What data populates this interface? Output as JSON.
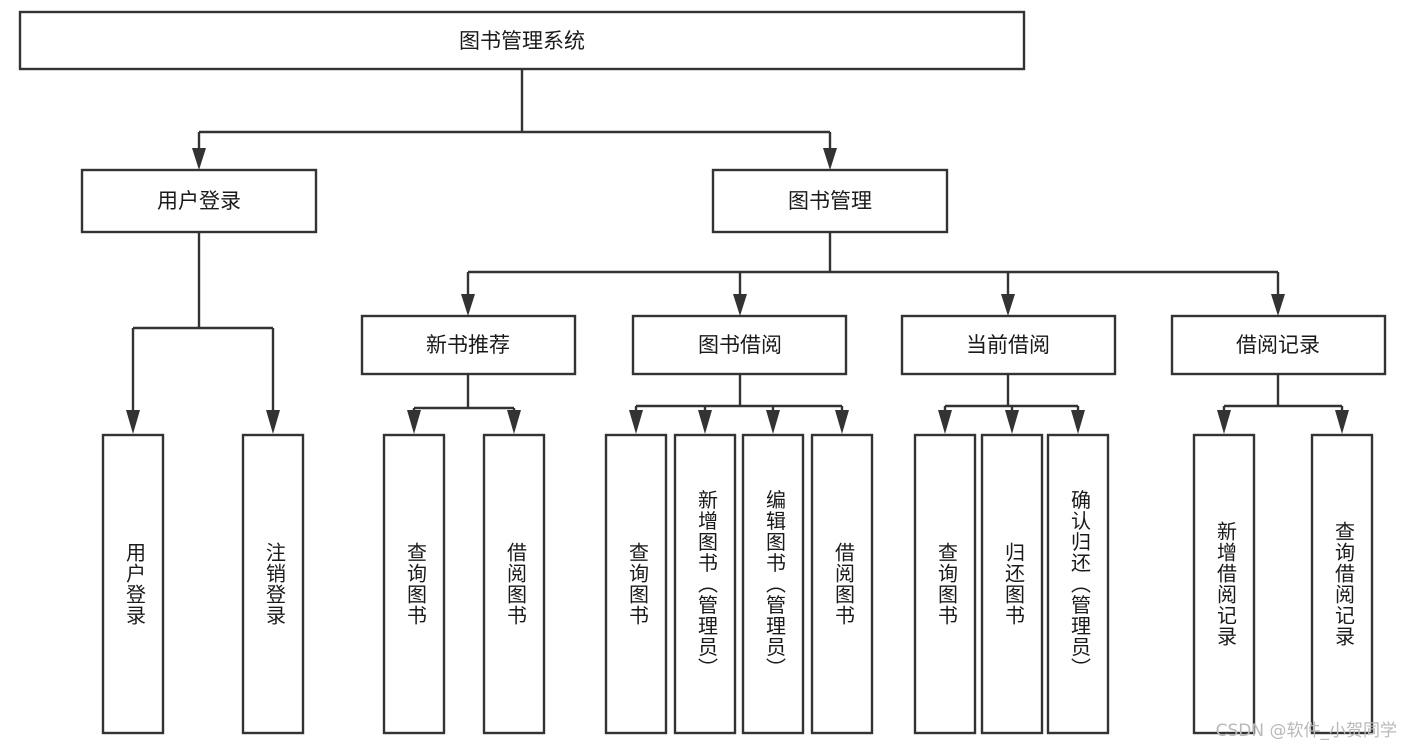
{
  "diagram": {
    "title_node": {
      "id": "root",
      "label": "图书管理系统"
    },
    "level2": [
      {
        "id": "user-login",
        "label": "用户登录"
      },
      {
        "id": "book-manage",
        "label": "图书管理"
      }
    ],
    "level3": [
      {
        "id": "new-book-recommend",
        "label": "新书推荐"
      },
      {
        "id": "book-borrow",
        "label": "图书借阅"
      },
      {
        "id": "current-borrow",
        "label": "当前借阅"
      },
      {
        "id": "borrow-record",
        "label": "借阅记录"
      }
    ],
    "leaves": {
      "user_login": [
        {
          "id": "leaf-user-login",
          "label": "用户登录"
        },
        {
          "id": "leaf-logout-login",
          "label": "注销登录"
        }
      ],
      "new_book_recommend": [
        {
          "id": "leaf-query-book-1",
          "label": "查询图书"
        },
        {
          "id": "leaf-borrow-book-1",
          "label": "借阅图书"
        }
      ],
      "book_borrow": [
        {
          "id": "leaf-query-book-2",
          "label": "查询图书"
        },
        {
          "id": "leaf-add-book",
          "label": "新增图书（管理员）"
        },
        {
          "id": "leaf-edit-book",
          "label": "编辑图书（管理员）"
        },
        {
          "id": "leaf-borrow-book-2",
          "label": "借阅图书"
        }
      ],
      "current_borrow": [
        {
          "id": "leaf-query-book-3",
          "label": "查询图书"
        },
        {
          "id": "leaf-return-book",
          "label": "归还图书"
        },
        {
          "id": "leaf-confirm-return",
          "label": "确认归还（管理员）"
        }
      ],
      "borrow_record": [
        {
          "id": "leaf-add-record",
          "label": "新增借阅记录"
        },
        {
          "id": "leaf-query-record",
          "label": "查询借阅记录"
        }
      ]
    }
  },
  "watermark": {
    "text": "CSDN @软件_小贺同学"
  },
  "colors": {
    "stroke": "#333333",
    "box_fill": "#ffffff",
    "text": "#1a1a1a",
    "watermark": "#b9b9b9",
    "background": "#ffffff"
  }
}
